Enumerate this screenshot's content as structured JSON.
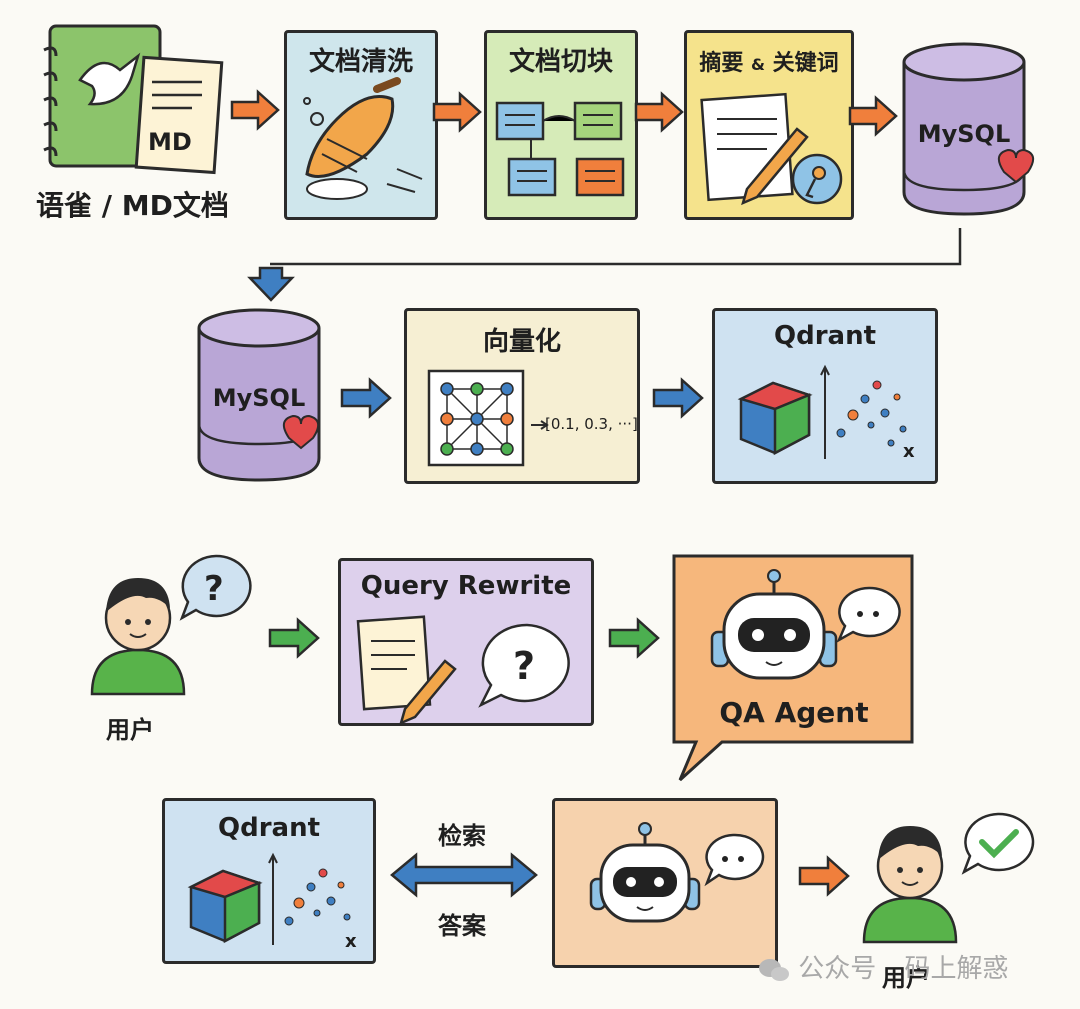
{
  "pipeline": {
    "source_label": "语雀 / MD文档",
    "md_tag": "MD",
    "step_clean": "文档清洗",
    "step_chunk": "文档切块",
    "step_summary": "摘要",
    "step_amp": "&",
    "step_keywords": "关键词",
    "db_name": "MySQL"
  },
  "vector": {
    "db_name": "MySQL",
    "step_vectorize": "向量化",
    "vector_sample": "[0.1, 0.3, ···]",
    "store_name": "Qdrant",
    "x_axis_mark": "x"
  },
  "qa": {
    "user_label": "用户",
    "rewrite_title": "Query Rewrite",
    "agent_title": "QA Agent",
    "store_name": "Qdrant",
    "x_axis_mark": "x",
    "retrieve_label": "检索",
    "answer_label": "答案",
    "final_user_label": "用户"
  },
  "watermark": {
    "prefix": "公众号",
    "name": "码上解惑"
  },
  "colors": {
    "arrow_orange": "#f07f3c",
    "arrow_blue": "#3f7fc2",
    "arrow_green": "#4caf50",
    "clean_bg": "#cfe6ec",
    "chunk_bg": "#d6ebb8",
    "summary_bg": "#f5e38c",
    "cylinder": "#b9a6d6",
    "vector_bg": "#f6efd3",
    "qdrant_bg": "#cfe2f1",
    "rewrite_bg": "#ddd0ec",
    "agent_bg": "#f6b77c"
  }
}
